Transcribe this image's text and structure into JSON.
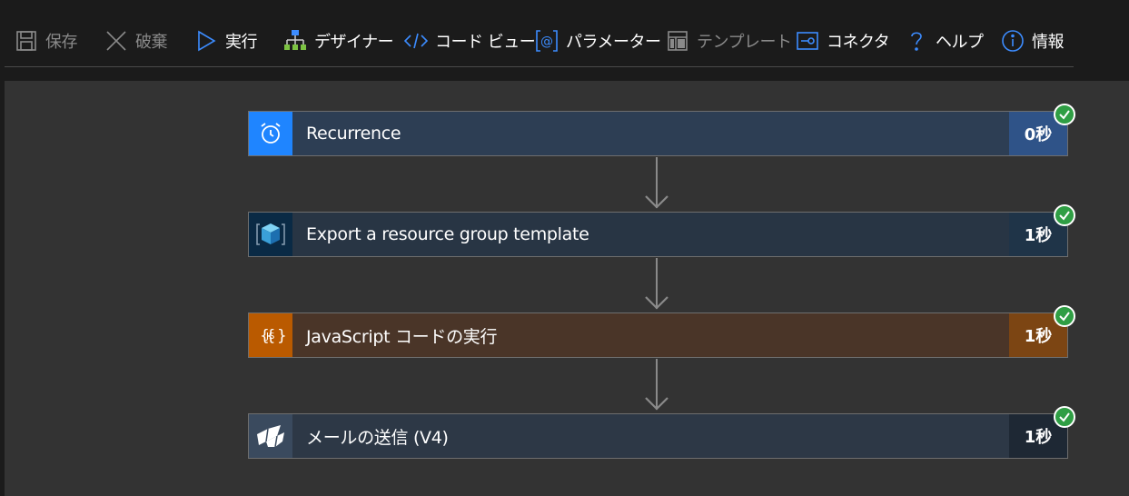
{
  "toolbar": {
    "items": [
      {
        "label": "保存",
        "icon": "save-icon",
        "enabled": false
      },
      {
        "label": "破棄",
        "icon": "close-icon",
        "enabled": false
      },
      {
        "label": "実行",
        "icon": "play-icon",
        "enabled": true
      },
      {
        "label": "デザイナー",
        "icon": "designer-icon",
        "enabled": true
      },
      {
        "label": "コード ビュー",
        "icon": "code-icon",
        "enabled": true
      },
      {
        "label": "パラメーター",
        "icon": "parameters-icon",
        "enabled": true
      },
      {
        "label": "テンプレート",
        "icon": "template-icon",
        "enabled": false
      },
      {
        "label": "コネクタ",
        "icon": "connector-icon",
        "enabled": true
      },
      {
        "label": "ヘルプ",
        "icon": "help-icon",
        "enabled": true
      },
      {
        "label": "情報",
        "icon": "info-icon",
        "enabled": true
      }
    ]
  },
  "steps": [
    {
      "title": "Recurrence",
      "duration": "0秒",
      "icon": "alarm-clock-icon",
      "status": "succeeded",
      "icon_bg": "#1f85ff",
      "bar_bg": "#2d3e54",
      "dur_bg": "#2f5388"
    },
    {
      "title": "Export a resource group template",
      "duration": "1秒",
      "icon": "cube-icon",
      "status": "succeeded",
      "icon_bg": "#0a2a45",
      "bar_bg": "#283544",
      "dur_bg": "#1f3448"
    },
    {
      "title": "JavaScript コードの実行",
      "duration": "1秒",
      "icon": "javascript-icon",
      "status": "succeeded",
      "icon_bg": "#ba5a00",
      "bar_bg": "#4a3528",
      "dur_bg": "#7c4513"
    },
    {
      "title": "メールの送信 (V4)",
      "duration": "1秒",
      "icon": "sendgrid-icon",
      "status": "succeeded",
      "icon_bg": "#3a4a5e",
      "bar_bg": "#2d3846",
      "dur_bg": "#1e2834"
    }
  ],
  "colors": {
    "accent": "#3c8cff",
    "success": "#2f9e44",
    "canvas": "#333333",
    "toolbar": "#1b1b1b"
  }
}
